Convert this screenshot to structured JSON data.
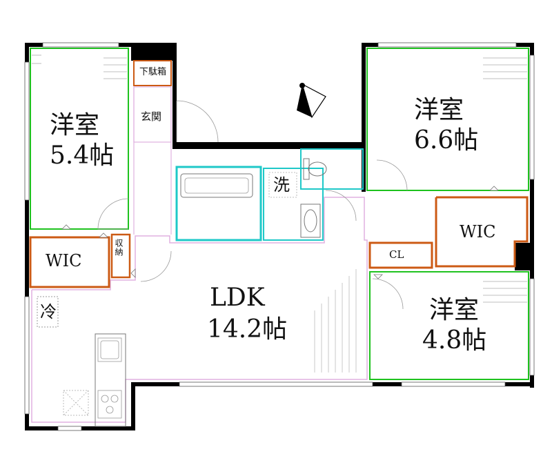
{
  "colors": {
    "wall": "#000000",
    "green": "#1ec21e",
    "cyan": "#1ec8c8",
    "orange": "#cc5a14",
    "pink": "#e0b0e0",
    "wic_mark": "#8a7020"
  },
  "rooms": {
    "western_left": {
      "name": "洋室",
      "size": "5.4帖"
    },
    "western_right_top": {
      "name": "洋室",
      "size": "6.6帖"
    },
    "western_right_bottom": {
      "name": "洋室",
      "size": "4.8帖"
    },
    "ldk": {
      "name": "LDK",
      "size": "14.2帖"
    },
    "wic_left": "WIC",
    "wic_right": "WIC",
    "closet": "CL",
    "storage": "収納",
    "shoe_box": "下駄箱",
    "entrance": "玄関",
    "washroom": "洗",
    "fridge": "冷"
  },
  "icons": {
    "compass": "north-compass-icon",
    "bathtub": "bathtub-icon",
    "toilet": "toilet-icon",
    "washbasin": "washbasin-icon",
    "sink": "kitchen-sink-icon",
    "stove": "stove-icon"
  }
}
